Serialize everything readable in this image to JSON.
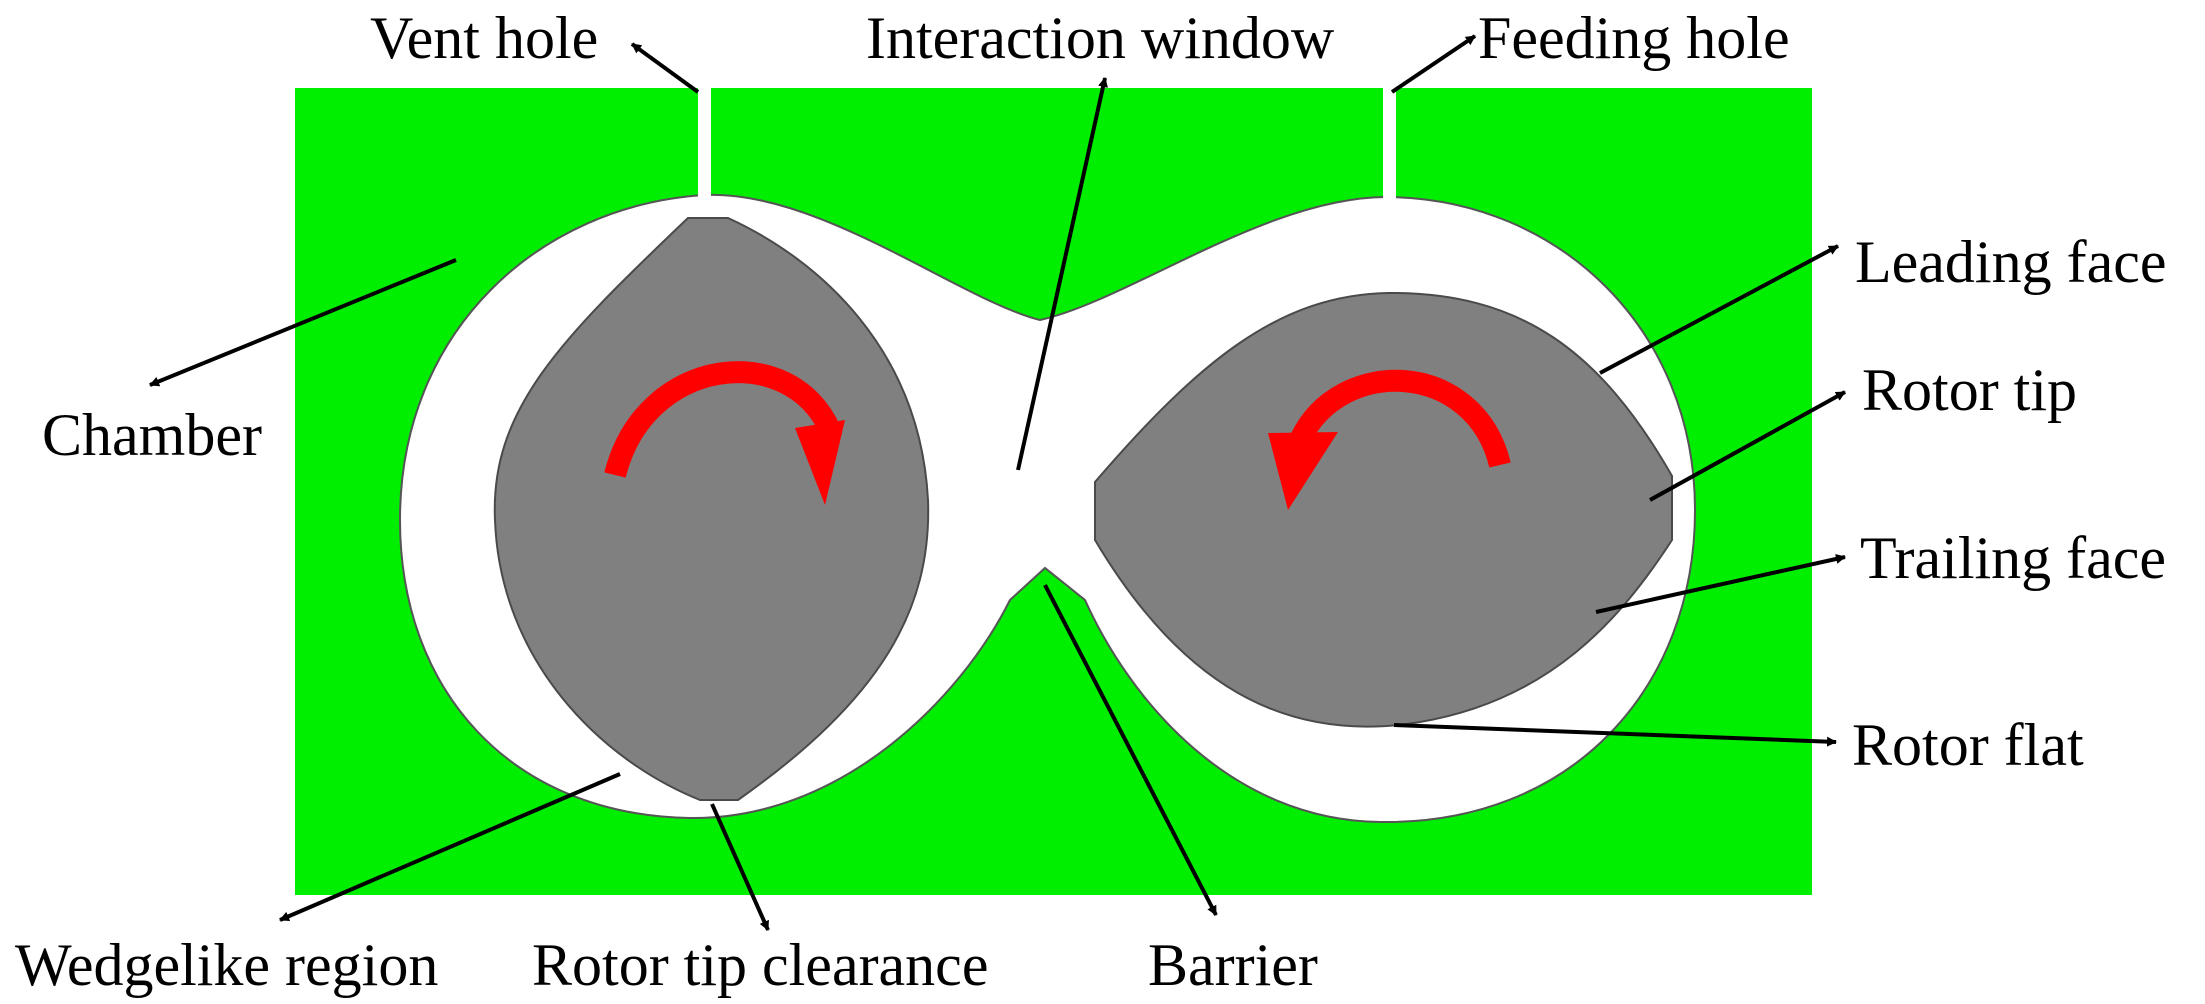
{
  "colors": {
    "background": "#ffffff",
    "chamber": "#00ee00",
    "rotor": "#808080",
    "rotor_outline": "#4a4a4a",
    "rotation_arrow": "#ff0000",
    "label": "#000000"
  },
  "labels": {
    "vent_hole": "Vent hole",
    "interaction_window": "Interaction window",
    "feeding_hole": "Feeding hole",
    "chamber": "Chamber",
    "leading_face": "Leading face",
    "rotor_tip": "Rotor tip",
    "trailing_face": "Trailing face",
    "rotor_flat": "Rotor flat",
    "wedgelike_region": "Wedgelike region",
    "rotor_tip_clearance": "Rotor tip clearance",
    "barrier": "Barrier"
  },
  "rotation": {
    "left_rotor": "clockwise",
    "right_rotor": "counterclockwise"
  }
}
